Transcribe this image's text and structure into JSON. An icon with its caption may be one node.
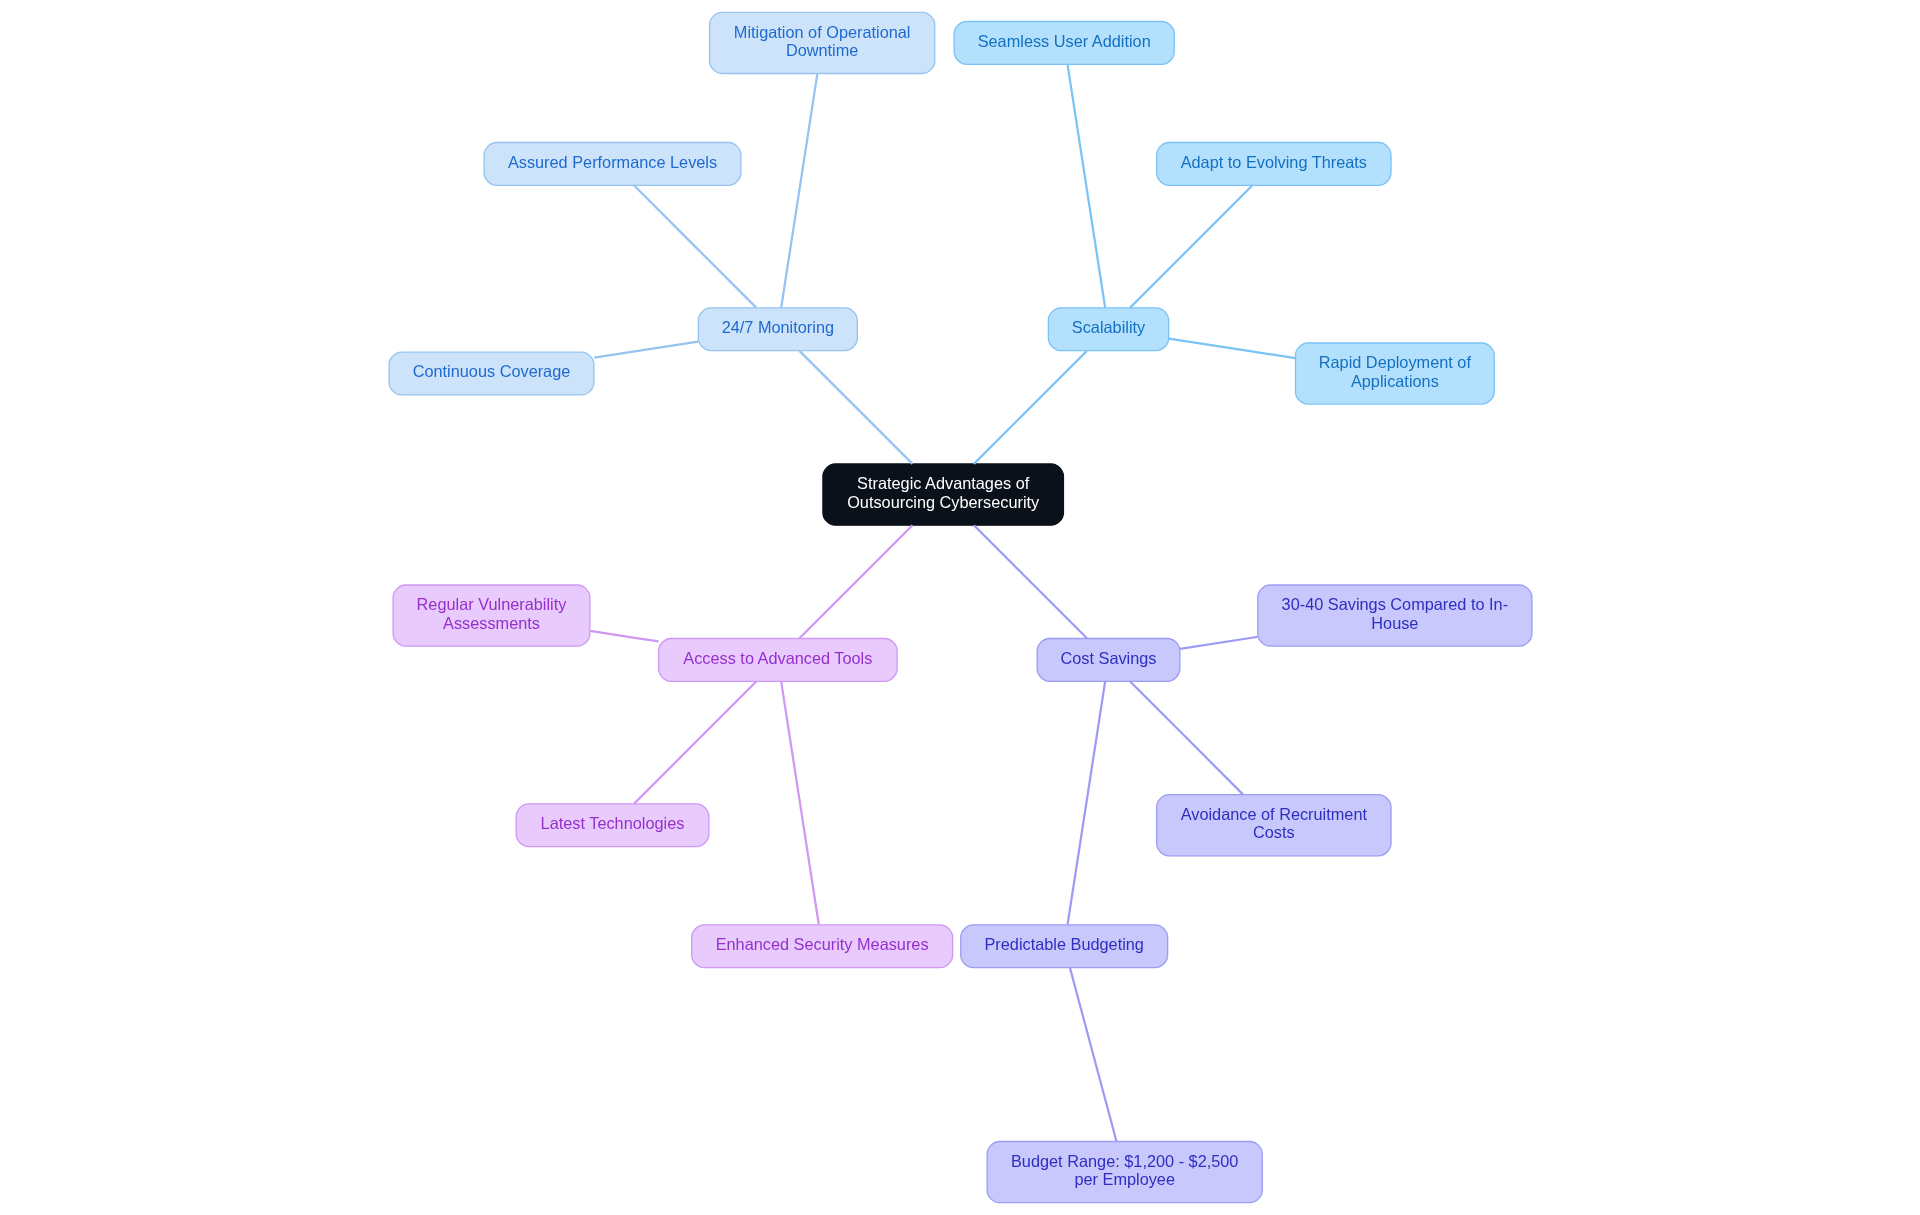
{
  "diagram": {
    "nodes": [
      {
        "text": [
          "Strategic Advantages of Outsourcing Cybersecurity"
        ]
      },
      {
        "text": [
          "Scalability"
        ]
      },
      {
        "text": [
          "Rapid Deployment of Applications"
        ]
      },
      {
        "text": [
          "Adapt to Evolving Threats"
        ]
      },
      {
        "text": [
          "Seamless User Addition"
        ]
      },
      {
        "text": [
          "24/7 Monitoring"
        ]
      },
      {
        "text": [
          "Mitigation of Operational Downtime"
        ]
      },
      {
        "text": [
          "Assured Performance Levels"
        ]
      },
      {
        "text": [
          "Continuous Coverage"
        ]
      },
      {
        "text": [
          "Access to Advanced Tools"
        ]
      },
      {
        "text": [
          "Regular Vulnerability Assessments"
        ]
      },
      {
        "text": [
          "Latest Technologies"
        ]
      },
      {
        "text": [
          "Enhanced Security Measures"
        ]
      },
      {
        "text": [
          "Cost Savings"
        ]
      },
      {
        "text": [
          "Predictable Budgeting"
        ]
      },
      {
        "text": [
          "Budget Range: $1,200 - $2,500 per Employee"
        ]
      },
      {
        "text": [
          "Avoidance of Recruitment Costs"
        ]
      },
      {
        "text": [
          "30-40 Savings Compared to In-House"
        ]
      }
    ],
    "edges": [
      {
        "from": 0,
        "to": 1,
        "arrow": "none",
        "color": "#7cc3f5"
      },
      {
        "from": 1,
        "to": 2,
        "arrow": "none",
        "color": "#7cc3f5"
      },
      {
        "from": 1,
        "to": 3,
        "arrow": "none",
        "color": "#7cc3f5"
      },
      {
        "from": 1,
        "to": 4,
        "arrow": "none",
        "color": "#7cc3f5"
      },
      {
        "from": 0,
        "to": 5,
        "arrow": "none",
        "color": "#97c3f0"
      },
      {
        "from": 5,
        "to": 6,
        "arrow": "none",
        "color": "#97c3f0"
      },
      {
        "from": 5,
        "to": 7,
        "arrow": "none",
        "color": "#97c3f0"
      },
      {
        "from": 5,
        "to": 8,
        "arrow": "none",
        "color": "#97c3f0"
      },
      {
        "from": 0,
        "to": 9,
        "arrow": "none",
        "color": "#cf98f3"
      },
      {
        "from": 9,
        "to": 10,
        "arrow": "none",
        "color": "#cf98f3"
      },
      {
        "from": 9,
        "to": 11,
        "arrow": "none",
        "color": "#cf98f3"
      },
      {
        "from": 9,
        "to": 12,
        "arrow": "none",
        "color": "#cf98f3"
      },
      {
        "from": 0,
        "to": 13,
        "arrow": "none",
        "color": "#9d9cf3"
      },
      {
        "from": 13,
        "to": 14,
        "arrow": "none",
        "color": "#9d9cf3"
      },
      {
        "from": 14,
        "to": 15,
        "arrow": "none",
        "color": "#9d9cf3"
      },
      {
        "from": 13,
        "to": 16,
        "arrow": "none",
        "color": "#9d9cf3"
      },
      {
        "from": 13,
        "to": 17,
        "arrow": "none",
        "color": "#9d9cf3"
      }
    ]
  }
}
